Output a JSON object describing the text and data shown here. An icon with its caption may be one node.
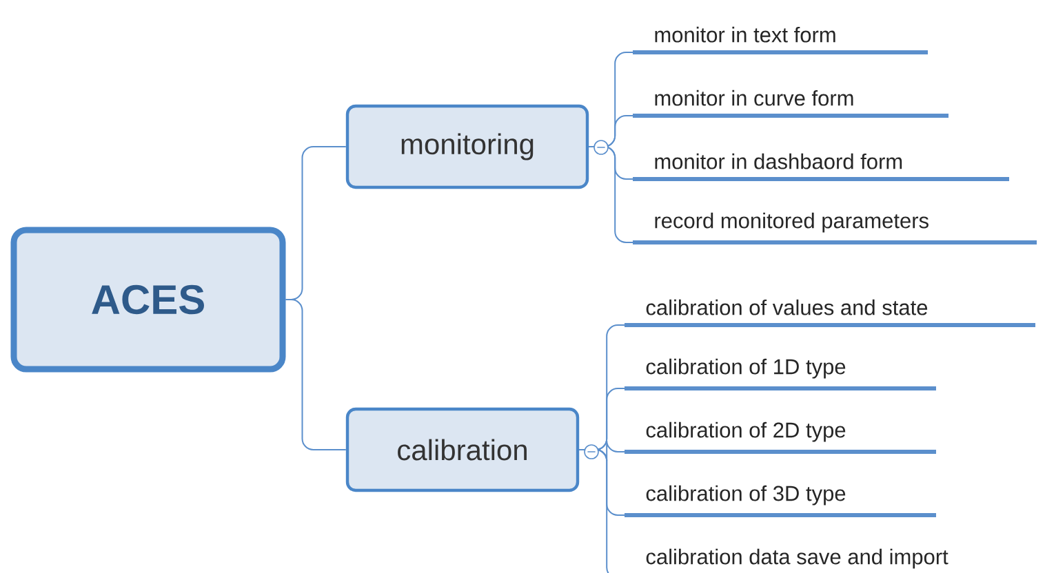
{
  "diagram": {
    "nodes": [
      {
        "text": [
          "ACES"
        ]
      },
      {
        "text": [
          "monitoring"
        ]
      },
      {
        "text": [
          "calibration"
        ]
      },
      {
        "text": [
          "monitor in text form"
        ]
      },
      {
        "text": [
          "monitor in curve form"
        ]
      },
      {
        "text": [
          "monitor in dashbaord form"
        ]
      },
      {
        "text": [
          "record monitored parameters"
        ]
      },
      {
        "text": [
          "calibration of values and state"
        ]
      },
      {
        "text": [
          "calibration of 1D type"
        ]
      },
      {
        "text": [
          "calibration of 2D type"
        ]
      },
      {
        "text": [
          "calibration of 3D type"
        ]
      },
      {
        "text": [
          "calibration data save and import"
        ]
      }
    ],
    "edges": [
      {
        "from": 0,
        "to": 1,
        "arrow": "none"
      },
      {
        "from": 0,
        "to": 2,
        "arrow": "none"
      },
      {
        "from": 1,
        "to": 3,
        "arrow": "none"
      },
      {
        "from": 1,
        "to": 4,
        "arrow": "none"
      },
      {
        "from": 1,
        "to": 5,
        "arrow": "none"
      },
      {
        "from": 1,
        "to": 6,
        "arrow": "none"
      },
      {
        "from": 2,
        "to": 7,
        "arrow": "none"
      },
      {
        "from": 2,
        "to": 8,
        "arrow": "none"
      },
      {
        "from": 2,
        "to": 9,
        "arrow": "none"
      },
      {
        "from": 2,
        "to": 10,
        "arrow": "none"
      },
      {
        "from": 2,
        "to": 11,
        "arrow": "none"
      }
    ]
  }
}
